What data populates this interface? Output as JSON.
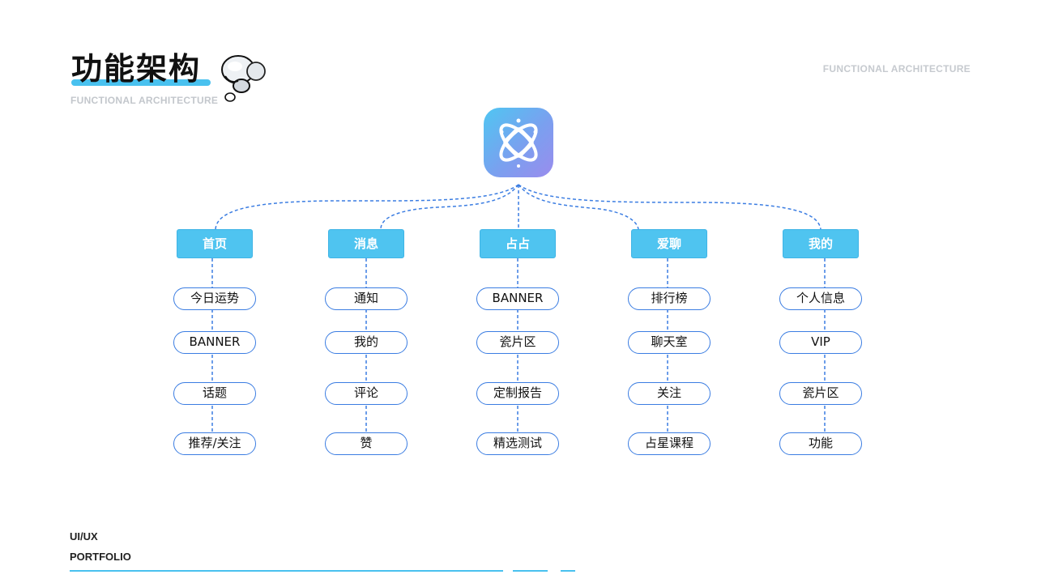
{
  "header": {
    "title": "功能架构",
    "subtitle": "FUNCTIONAL ARCHITECTURE",
    "right_label": "FUNCTIONAL ARCHITECTURE"
  },
  "colors": {
    "accent": "#49c1ef",
    "category_fill": "#4fc4f0",
    "leaf_border": "#3b7de2",
    "connector": "#3b7de2"
  },
  "diagram": {
    "root_icon": "app-logo-icon",
    "categories": [
      {
        "label": "首页",
        "items": [
          "今日运势",
          "BANNER",
          "话题",
          "推荐/关注"
        ]
      },
      {
        "label": "消息",
        "items": [
          "通知",
          "我的",
          "评论",
          "赞"
        ]
      },
      {
        "label": "占占",
        "items": [
          "BANNER",
          "瓷片区",
          "定制报告",
          "精选测试"
        ]
      },
      {
        "label": "爱聊",
        "items": [
          "排行榜",
          "聊天室",
          "关注",
          "占星课程"
        ]
      },
      {
        "label": "我的",
        "items": [
          "个人信息",
          "VIP",
          "瓷片区",
          "功能"
        ]
      }
    ]
  },
  "footer": {
    "line1": "UI/UX",
    "line2": "PORTFOLIO"
  }
}
